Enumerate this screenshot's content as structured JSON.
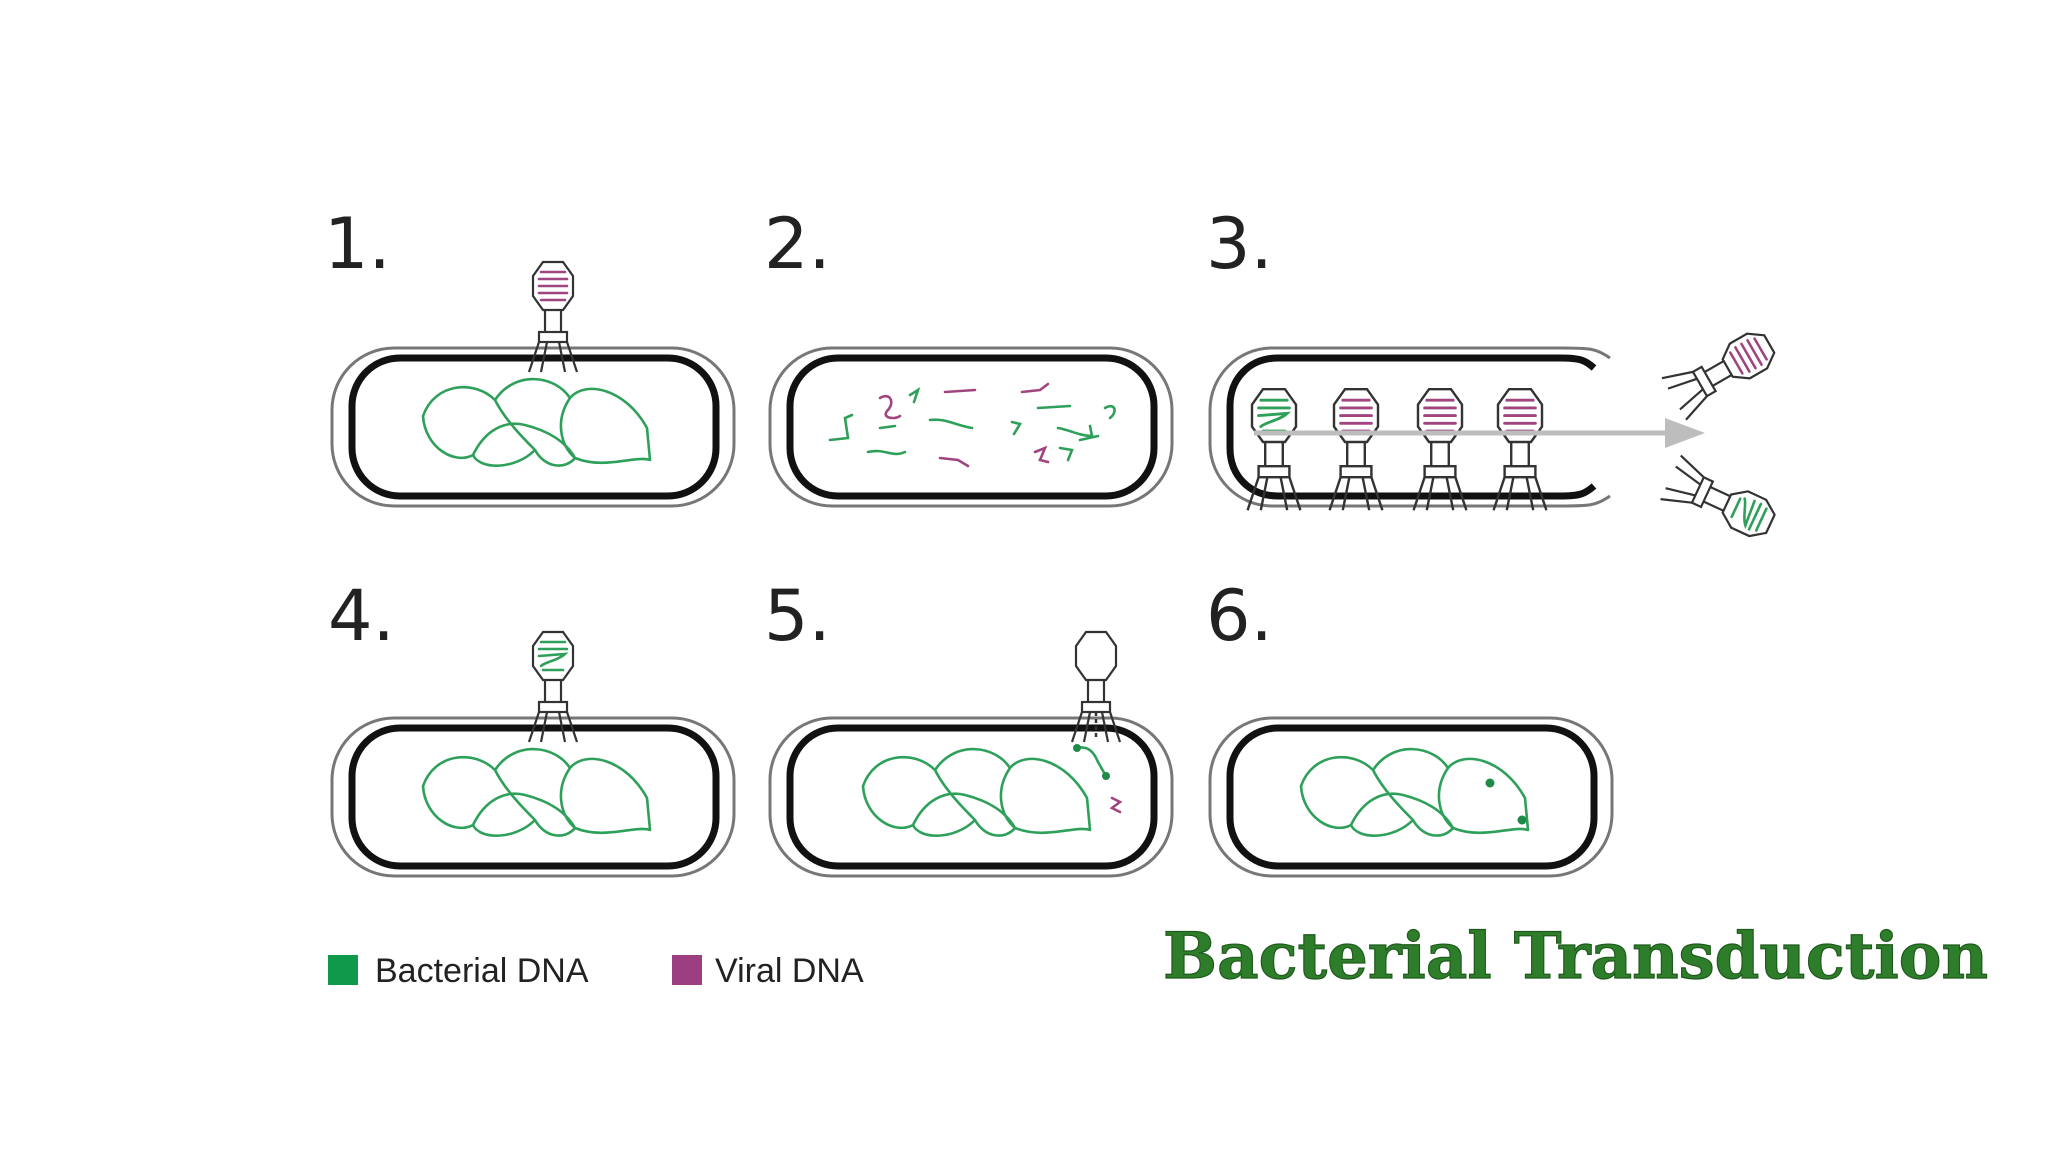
{
  "diagram": {
    "title": "Bacterial Transduction",
    "steps": [
      "1.",
      "2.",
      "3.",
      "4.",
      "5.",
      "6."
    ],
    "legend": [
      {
        "label": "Bacterial DNA",
        "color": "#0f9a4b"
      },
      {
        "label": "Viral DNA",
        "color": "#9c3f80"
      }
    ],
    "colors": {
      "bacterial_dna": "#2ea05a",
      "viral_dna": "#a0457f",
      "arrow": "#bdbdbd",
      "title": "#2e7d2a"
    }
  }
}
